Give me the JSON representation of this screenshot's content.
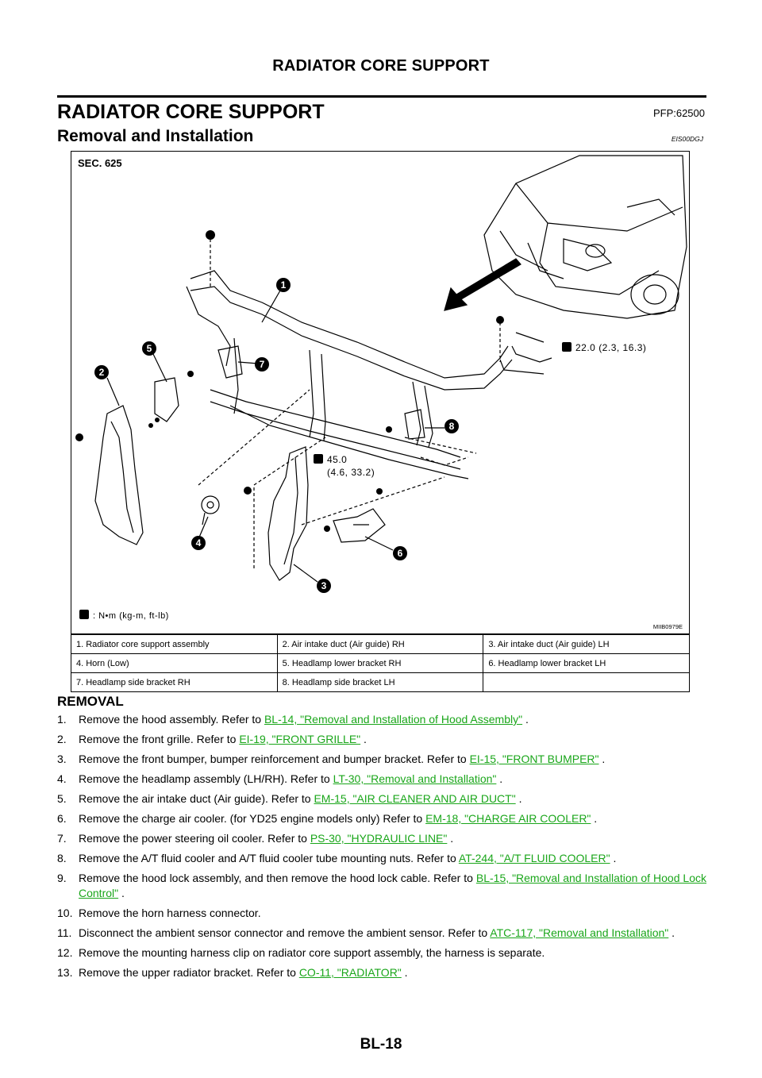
{
  "header": {
    "running_title": "RADIATOR CORE SUPPORT"
  },
  "section": {
    "title": "RADIATOR CORE SUPPORT",
    "pfp": "PFP:62500",
    "subtitle": "Removal and Installation",
    "doc_id": "EIS00DGJ"
  },
  "figure": {
    "sec_label": "SEC. 625",
    "torque_1": "22.0 (2.3, 16.3)",
    "torque_2_line1": "45.0",
    "torque_2_line2": "(4.6, 33.2)",
    "units_legend": ": N•m (kg-m, ft-lb)",
    "figure_id": "MIIB0979E",
    "callouts": [
      "1",
      "2",
      "3",
      "4",
      "5",
      "6",
      "7",
      "8"
    ]
  },
  "legend": [
    [
      "1.  Radiator core support assembly",
      "2.   Air intake duct (Air guide) RH",
      "3.  Air intake duct (Air guide) LH"
    ],
    [
      "4.  Horn (Low)",
      "5.    Headlamp lower bracket RH",
      "6.  Headlamp lower bracket LH"
    ],
    [
      "7.  Headlamp side bracket RH",
      "8.    Headlamp side bracket LH",
      ""
    ]
  ],
  "removal": {
    "title": "REMOVAL",
    "steps": [
      {
        "num": "1.",
        "text": "Remove the hood assembly. Refer to ",
        "link": "BL-14, \"Removal and Installation of Hood Assembly\"",
        "after": " ."
      },
      {
        "num": "2.",
        "text": "Remove the front grille. Refer to ",
        "link": "EI-19, \"FRONT GRILLE\"",
        "after": " ."
      },
      {
        "num": "3.",
        "text": "Remove the front bumper, bumper reinforcement and bumper bracket. Refer to ",
        "link": "EI-15, \"FRONT BUMPER\"",
        "after": " ."
      },
      {
        "num": "4.",
        "text": "Remove the headlamp assembly (LH/RH). Refer to ",
        "link": "LT-30, \"Removal and Installation\"",
        "after": " ."
      },
      {
        "num": "5.",
        "text": "Remove the air intake duct (Air guide). Refer to ",
        "link": "EM-15, \"AIR CLEANER AND AIR DUCT\"",
        "after": " ."
      },
      {
        "num": "6.",
        "text": "Remove the charge air cooler. (for YD25 engine models only) Refer to ",
        "link": "EM-18, \"CHARGE AIR COOLER\"",
        "after": " ."
      },
      {
        "num": "7.",
        "text": "Remove the power steering oil cooler. Refer to ",
        "link": "PS-30, \"HYDRAULIC LINE\"",
        "after": " ."
      },
      {
        "num": "8.",
        "text": "Remove the A/T fluid cooler and A/T fluid cooler tube mounting nuts. Refer to ",
        "link": "AT-244, \"A/T FLUID COOLER\"",
        "after": " ."
      },
      {
        "num": "9.",
        "text": "Remove the hood lock assembly, and then remove the hood lock cable. Refer to ",
        "link": "BL-15, \"Removal and Installation of Hood Lock Control\"",
        "after": " ."
      },
      {
        "num": "10.",
        "text": "Remove the horn harness connector.",
        "link": "",
        "after": ""
      },
      {
        "num": "11.",
        "text": "Disconnect the ambient sensor connector and remove the ambient sensor. Refer to ",
        "link": "ATC-117, \"Removal and Installation\"",
        "after": " ."
      },
      {
        "num": "12.",
        "text": "Remove the mounting harness clip on radiator core support assembly, the harness is separate.",
        "link": "",
        "after": ""
      },
      {
        "num": "13.",
        "text": "Remove the upper radiator bracket. Refer to ",
        "link": "CO-11, \"RADIATOR\"",
        "after": " ."
      }
    ]
  },
  "footer": {
    "page_number": "BL-18"
  }
}
